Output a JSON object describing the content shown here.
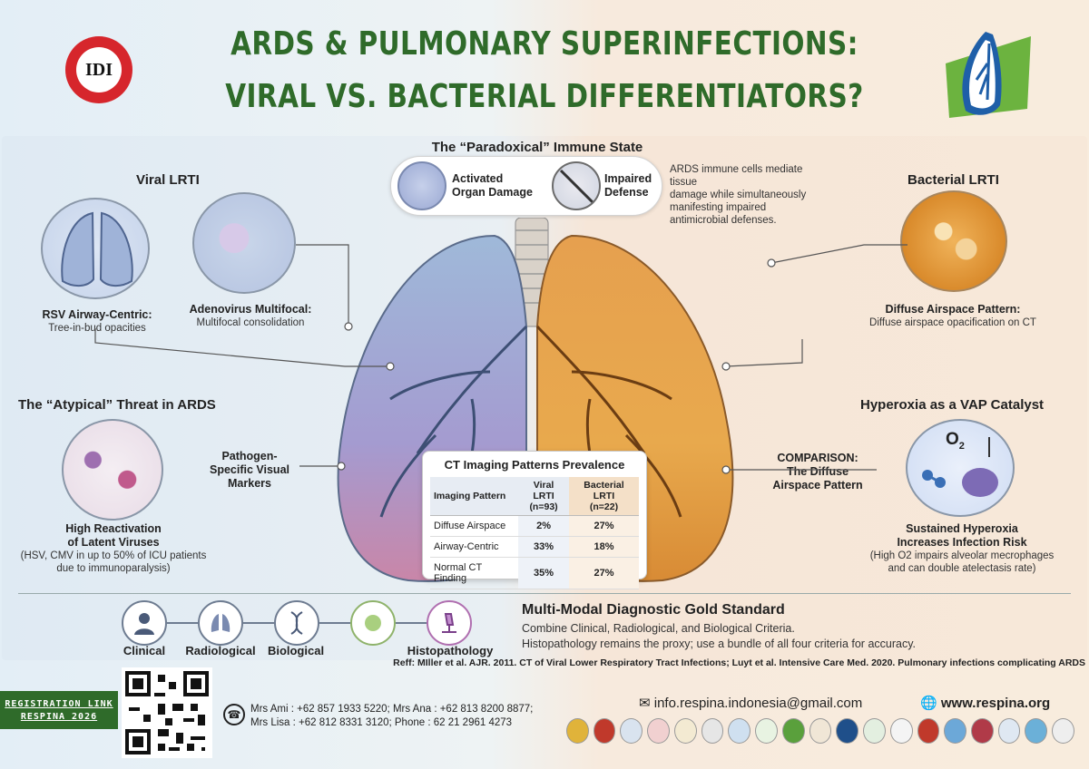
{
  "header": {
    "logo_left_text": "IDI",
    "title_line1": "ARDS & PULMONARY SUPERINFECTIONS:",
    "title_line2": "VIRAL VS. BACTERIAL DIFFERENTIATORS?",
    "colors": {
      "title": "#2f6b2a",
      "logo_red": "#d6262c"
    }
  },
  "paradox": {
    "title": "The “Paradoxical” Immune State",
    "left_label_line1": "Activated",
    "left_label_line2": "Organ Damage",
    "right_label_line1": "Impaired",
    "right_label_line2": "Defense",
    "note_line1": "ARDS immune cells mediate tissue",
    "note_line2": "damage while simultaneously",
    "note_line3": "manifesting impaired",
    "note_line4": "antimicrobial defenses."
  },
  "viral": {
    "heading": "Viral LRTI",
    "rsv_title": "RSV Airway-Centric:",
    "rsv_desc": "Tree-in-bud opacities",
    "adeno_title": "Adenovirus Multifocal:",
    "adeno_desc": "Multifocal consolidation"
  },
  "bacterial": {
    "heading": "Bacterial LRTI",
    "diffuse_title": "Diffuse Airspace Pattern:",
    "diffuse_desc": "Diffuse airspace opacification on CT"
  },
  "atypical": {
    "heading": "The “Atypical” Threat in ARDS",
    "markers_line1": "Pathogen-",
    "markers_line2": "Specific Visual",
    "markers_line3": "Markers",
    "reactivation_line1": "High Reactivation",
    "reactivation_line2": "of Latent Viruses",
    "reactivation_desc1": "(HSV, CMV in up to 50% of ICU patients",
    "reactivation_desc2": "due to immunoparalysis)"
  },
  "hyperoxia": {
    "heading": "Hyperoxia as a VAP Catalyst",
    "o2_label": "O",
    "o2_sub": "2",
    "comparison_line1": "COMPARISON:",
    "comparison_line2": "The Diffuse",
    "comparison_line3": "Airspace Pattern",
    "sustained_line1": "Sustained Hyperoxia",
    "sustained_line2": "Increases Infection Risk",
    "sustained_desc1": "(High O2 impairs alveolar mecrophages",
    "sustained_desc2": "and can double atelectasis rate)"
  },
  "ct_table": {
    "title": "CT Imaging Patterns Prevalence",
    "col_pattern": "Imaging Pattern",
    "col_viral_1": "Viral LRTI",
    "col_viral_2": "(n=93)",
    "col_bact_1": "Bacterial LRTI",
    "col_bact_2": "(n=22)",
    "rows": [
      {
        "pattern": "Diffuse Airspace",
        "viral": "2%",
        "bacterial": "27%"
      },
      {
        "pattern": "Airway-Centric",
        "viral": "33%",
        "bacterial": "18%"
      },
      {
        "pattern": "Normal CT Finding",
        "viral": "35%",
        "bacterial": "27%"
      }
    ]
  },
  "diagnostic": {
    "title": "Multi-Modal Diagnostic Gold Standard",
    "line1": "Combine Clinical, Radiological, and Biological Criteria.",
    "line2": "Histopathology remains the proxy; use a bundle of all four criteria for accuracy.",
    "steps": [
      {
        "label": "Clinical",
        "icon": "doctor-icon"
      },
      {
        "label": "Radiological",
        "icon": "lung-xray-icon"
      },
      {
        "label": "Biological",
        "icon": "dna-icon"
      },
      {
        "label": "Histopathology",
        "icon": "microscope-icon"
      }
    ]
  },
  "footer": {
    "reference": "Reff: MIller et al. AJR. 2011.  CT of Viral Lower Respiratory Tract Infections; Luyt et al. Intensive Care Med. 2020. Pulmonary infections complicating ARDS",
    "reg_line1": "REGISTRATION LINK",
    "reg_line2": "RESPINA 2026",
    "contact_line1": "Mrs Ami : +62 857 1933 5220; Mrs Ana : +62 813 8200 8877;",
    "contact_line2": "Mrs Lisa : +62 812 8331 3120; Phone : 62 21 2961 4273",
    "email": "info.respina.indonesia@gmail.com",
    "website": "www.respina.org",
    "colors": {
      "green": "#2f6b2a"
    }
  }
}
